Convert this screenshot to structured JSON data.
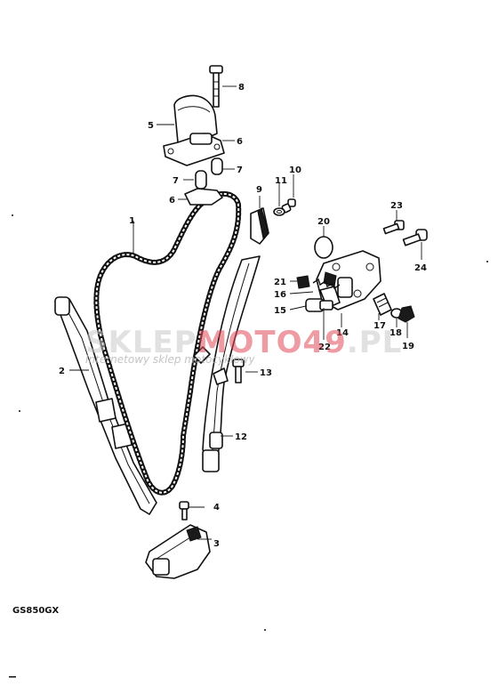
{
  "watermark": {
    "brand_left": "SKLEP",
    "brand_mid": "MOTO",
    "brand_num": "49",
    "brand_tld": ".PL",
    "tagline": "Internetowy sklep motocyklowy"
  },
  "model_code": "GS850GX",
  "callouts": [
    "1",
    "2",
    "3",
    "4",
    "5",
    "6",
    "6",
    "7",
    "7",
    "8",
    "9",
    "10",
    "11",
    "12",
    "13",
    "14",
    "15",
    "16",
    "17",
    "18",
    "19",
    "20",
    "21",
    "22",
    "23",
    "24"
  ],
  "colors": {
    "line": "#111111",
    "watermark_gray": "#c8c8c8",
    "watermark_accent": "#e0485a"
  }
}
